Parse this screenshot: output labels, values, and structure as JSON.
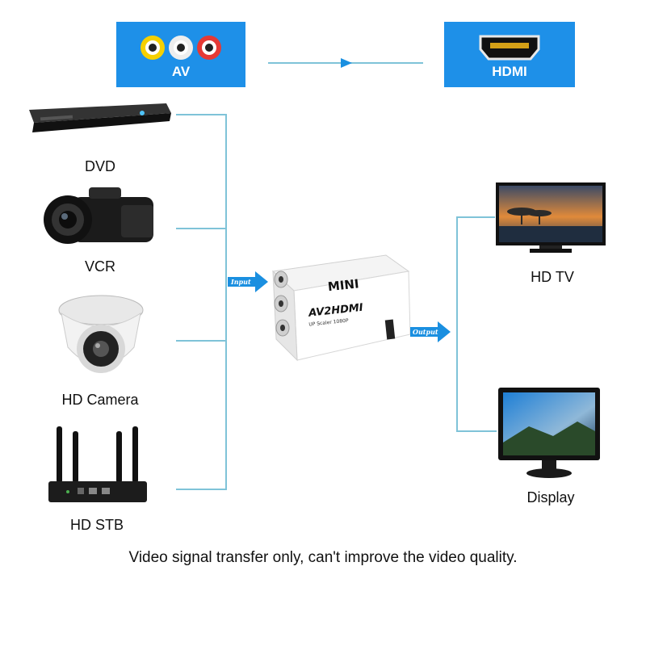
{
  "banners": {
    "av_label": "AV",
    "hdmi_label": "HDMI"
  },
  "sources": [
    {
      "label": "DVD"
    },
    {
      "label": "VCR"
    },
    {
      "label": "HD Camera"
    },
    {
      "label": "HD STB"
    }
  ],
  "outputs": [
    {
      "label": "HD TV"
    },
    {
      "label": "Display"
    }
  ],
  "device": {
    "brand": "MINI",
    "model": "AV2HDMI",
    "subtitle": "UP Scaler 1080P"
  },
  "arrows": {
    "input": "Input",
    "output": "Output"
  },
  "footer": "Video signal transfer only, can't improve the video quality.",
  "colors": {
    "banner_blue": "#1e90e8",
    "connector_line": "#7fc3d8",
    "arrow_blue": "#1a8fe0"
  }
}
